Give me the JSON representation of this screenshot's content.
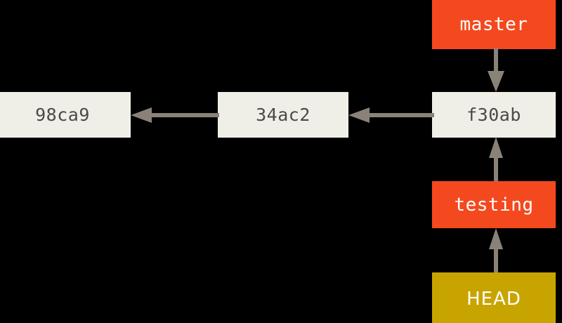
{
  "diagram": {
    "title": "Git branch pointers diagram",
    "background_color": "#000000",
    "colors": {
      "commit_fill": "#efefe7",
      "commit_text": "#4a4a48",
      "branch_fill": "#f4491f",
      "branch_text": "#ffffff",
      "head_fill": "#c8a400",
      "head_text": "#ffffff",
      "arrow": "#8a8278"
    },
    "commits": [
      {
        "id": "98ca9",
        "label": "98ca9"
      },
      {
        "id": "34ac2",
        "label": "34ac2"
      },
      {
        "id": "f30ab",
        "label": "f30ab"
      }
    ],
    "refs": [
      {
        "id": "master",
        "label": "master",
        "kind": "branch"
      },
      {
        "id": "testing",
        "label": "testing",
        "kind": "branch"
      },
      {
        "id": "head",
        "label": "HEAD",
        "kind": "head"
      }
    ],
    "arrows": [
      {
        "id": "34ac2-to-98ca9",
        "from": "34ac2",
        "to": "98ca9",
        "direction": "left"
      },
      {
        "id": "f30ab-to-34ac2",
        "from": "f30ab",
        "to": "34ac2",
        "direction": "left"
      },
      {
        "id": "master-to-f30ab",
        "from": "master",
        "to": "f30ab",
        "direction": "down"
      },
      {
        "id": "testing-to-f30ab",
        "from": "testing",
        "to": "f30ab",
        "direction": "up"
      },
      {
        "id": "head-to-testing",
        "from": "head",
        "to": "testing",
        "direction": "up"
      }
    ]
  }
}
